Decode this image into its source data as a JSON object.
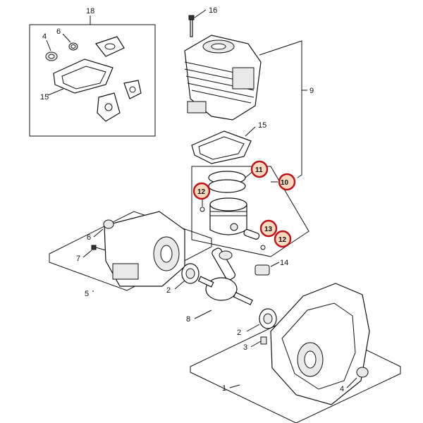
{
  "callouts": {
    "c1": "1",
    "c2a": "2",
    "c2b": "2",
    "c3": "3",
    "c4a": "4",
    "c4b": "4",
    "c5": "5",
    "c6a": "6",
    "c6b": "6",
    "c7": "7",
    "c8": "8",
    "c9": "9",
    "c14": "14",
    "c15a": "15",
    "c15b": "15",
    "c16": "16",
    "c18": "18"
  },
  "highlighted": {
    "h10": "10",
    "h11": "11",
    "h12a": "12",
    "h12b": "12",
    "h13": "13"
  },
  "colors": {
    "highlight_ring": "#c0101a",
    "highlight_fill": "#f7d9bf",
    "line": "#111111"
  }
}
